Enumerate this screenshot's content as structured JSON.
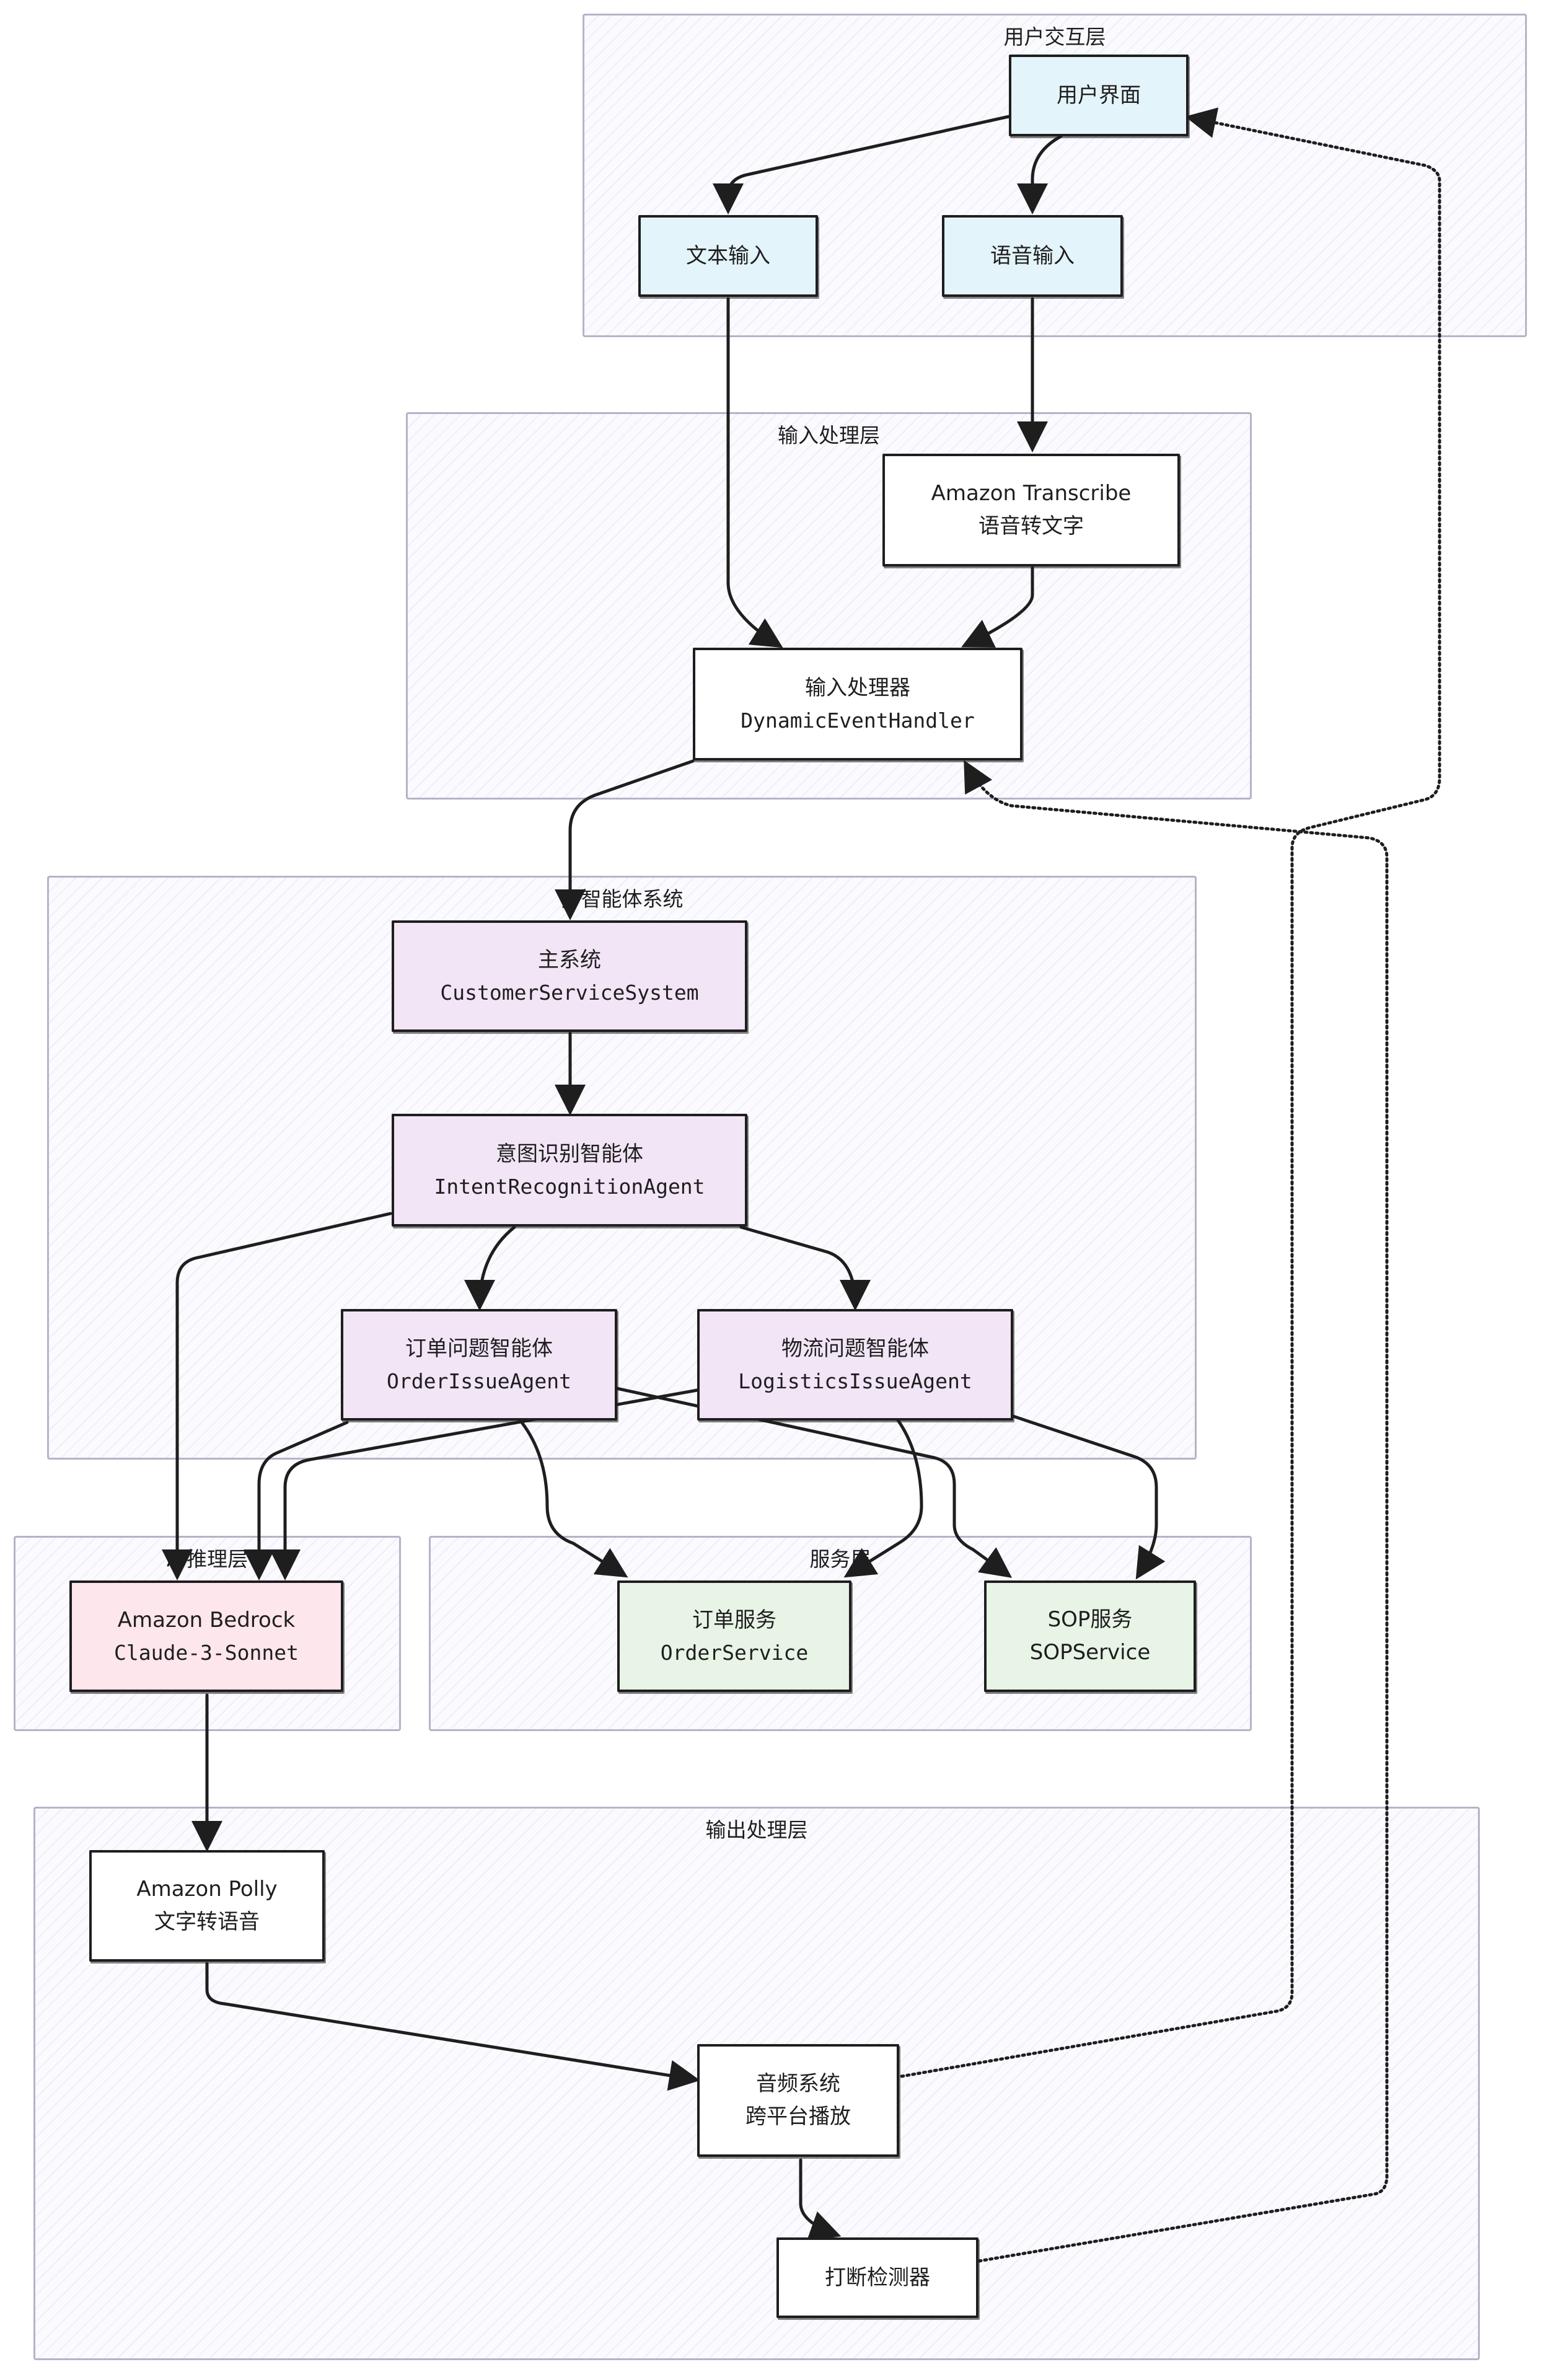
{
  "groups": {
    "user_layer": "用户交互层",
    "input_layer": "输入处理层",
    "multi_agent": "多智能体系统",
    "ai_layer": "AI推理层",
    "service_layer": "服务层",
    "output_layer": "输出处理层"
  },
  "nodes": {
    "ui": {
      "line1": "用户界面"
    },
    "text_input": {
      "line1": "文本输入"
    },
    "voice_input": {
      "line1": "语音输入"
    },
    "transcribe": {
      "line1": "Amazon Transcribe",
      "line2": "语音转文字"
    },
    "input_handler": {
      "line1": "输入处理器",
      "line2": "DynamicEventHandler"
    },
    "main_system": {
      "line1": "主系统",
      "line2": "CustomerServiceSystem"
    },
    "intent_agent": {
      "line1": "意图识别智能体",
      "line2": "IntentRecognitionAgent"
    },
    "order_agent": {
      "line1": "订单问题智能体",
      "line2": "OrderIssueAgent"
    },
    "logistics_agent": {
      "line1": "物流问题智能体",
      "line2": "LogisticsIssueAgent"
    },
    "bedrock": {
      "line1": "Amazon Bedrock",
      "line2": "Claude-3-Sonnet"
    },
    "order_service": {
      "line1": "订单服务",
      "line2": "OrderService"
    },
    "sop_service": {
      "line1": "SOP服务",
      "line2": "SOPService"
    },
    "polly": {
      "line1": "Amazon Polly",
      "line2": "文字转语音"
    },
    "audio": {
      "line1": "音频系统",
      "line2": "跨平台播放"
    },
    "interrupt": {
      "line1": "打断检测器"
    }
  },
  "colors": {
    "stroke": "#1e1e1e",
    "group_border": "#b4b4c8",
    "input_fill": "#e4f4fb",
    "agent_fill": "#f2e5f6",
    "ai_fill": "#fde6ec",
    "service_fill": "#e7f4e6",
    "plain_fill": "#ffffff"
  }
}
